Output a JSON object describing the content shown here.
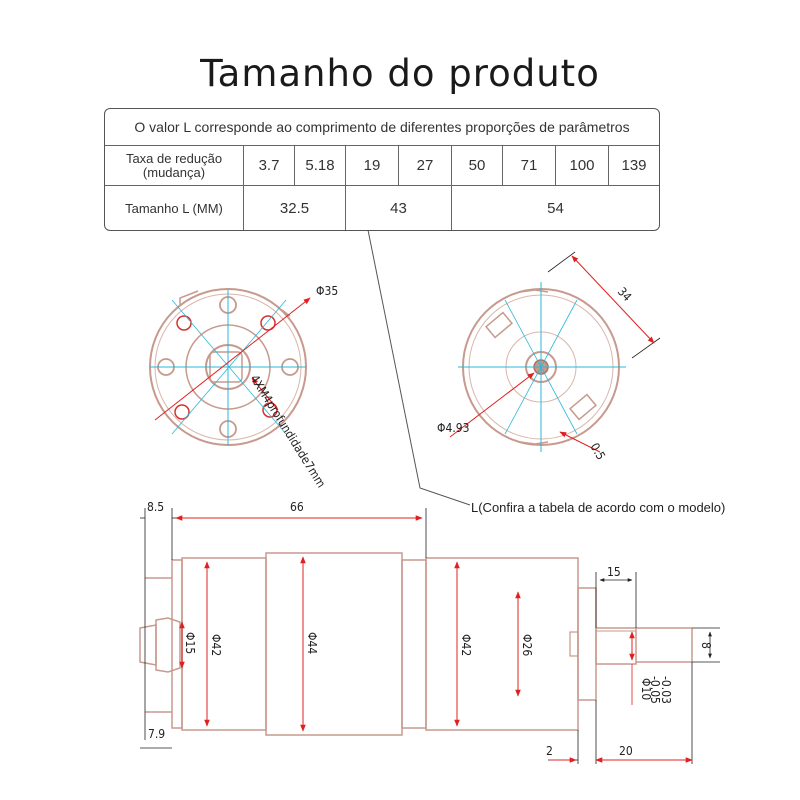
{
  "title": "Tamanho do produto",
  "table": {
    "header": "O valor L corresponde ao comprimento de diferentes proporções de parâmetros",
    "ratio_label_line1": "Taxa de redução",
    "ratio_label_line2": "(mudança)",
    "ratios": [
      "3.7",
      "5.18",
      "19",
      "27",
      "50",
      "71",
      "100",
      "139"
    ],
    "size_label": "Tamanho L (MM)",
    "sizes": [
      "32.5",
      "43",
      "54"
    ]
  },
  "front_view": {
    "diameter_label": "Φ35",
    "hole_note": "4XM4profundidade7mm"
  },
  "rear_view": {
    "width_label": "34",
    "shaft_label": "Φ4.93",
    "gap_label": "0.5"
  },
  "side_view": {
    "note": "L(Confira a tabela de acordo com o modelo)",
    "dim_left": "8.5",
    "dim_body": "66",
    "dim_bottom_left": "7.9",
    "dim_d15": "Φ15",
    "dim_d42_left": "Φ42",
    "dim_d44": "Φ44",
    "dim_d42_right": "Φ42",
    "dim_d26": "Φ26",
    "dim_shaft_len": "15",
    "dim_shaft_w": "8",
    "dim_shaft_d": "Φ10",
    "dim_tol_up": "-0.03",
    "dim_tol_low": "-0.05",
    "dim_2": "2",
    "dim_20": "20"
  }
}
